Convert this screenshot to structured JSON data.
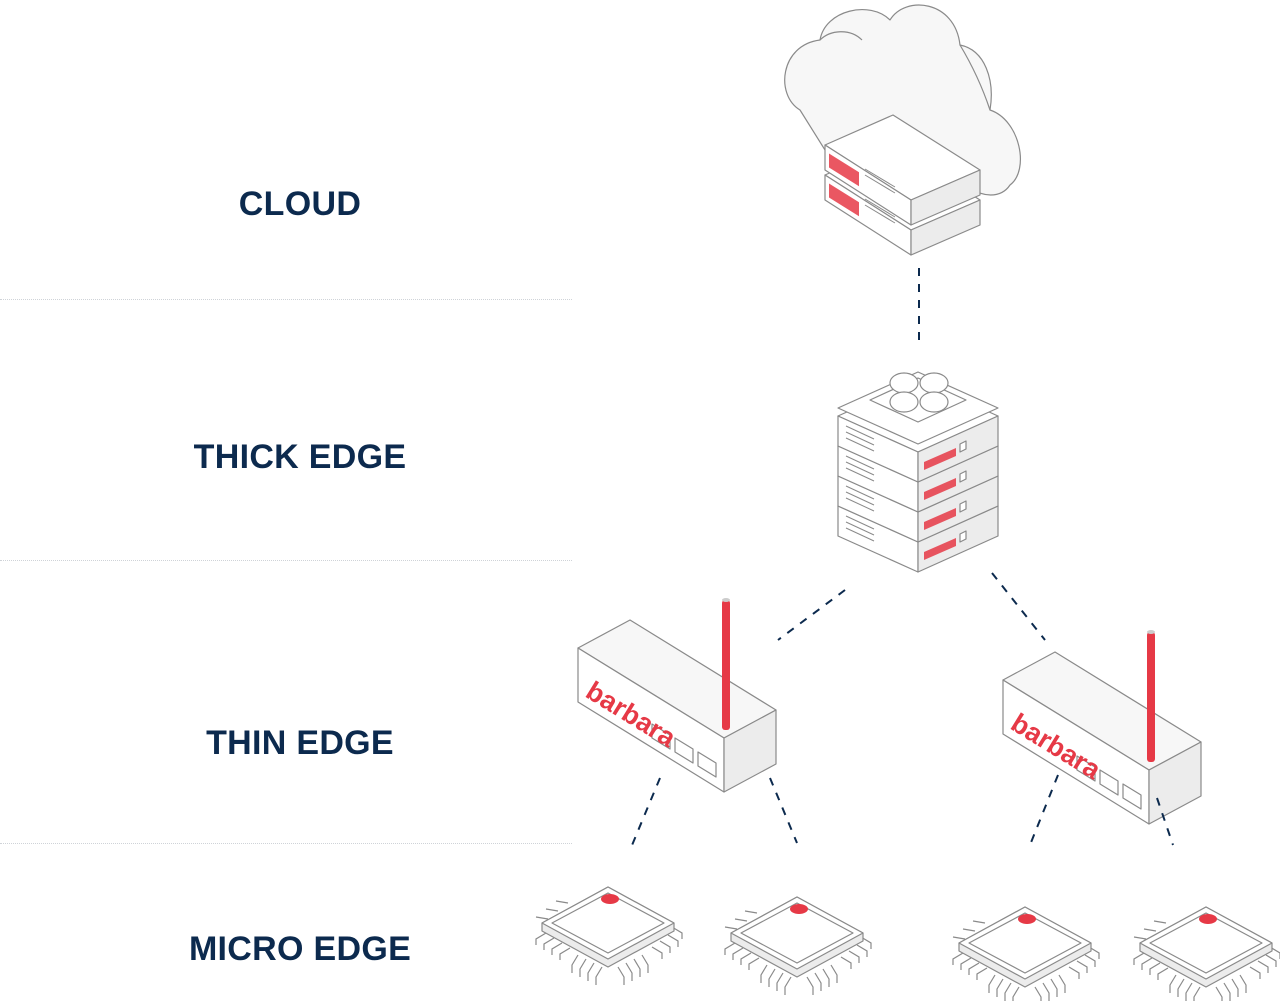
{
  "tiers": [
    {
      "label": "CLOUD"
    },
    {
      "label": "THICK EDGE"
    },
    {
      "label": "THIN EDGE"
    },
    {
      "label": "MICRO EDGE"
    }
  ],
  "logo_text": "barbara",
  "colors": {
    "label": "#0c2a4e",
    "accent": "#e63946",
    "outline": "#8a8a8a",
    "connector": "#0c2a4e"
  },
  "icons": [
    "cloud-icon",
    "cloud-server-icon",
    "thick-edge-server-icon",
    "thin-edge-router-icon",
    "micro-edge-chip-icon"
  ]
}
